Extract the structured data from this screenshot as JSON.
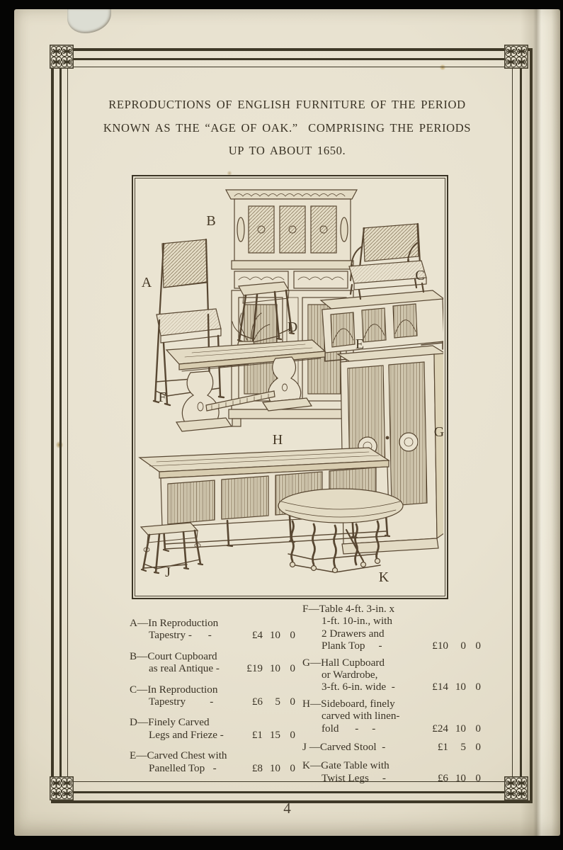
{
  "colors": {
    "background": "#050504",
    "paper": "#e8e2d0",
    "rule_ink": "#3e3827",
    "text_ink": "#3a3325",
    "sketch_ink": "#584732",
    "torn_chip": "#dcddd3"
  },
  "header": {
    "title_lines": [
      "REPRODUCTIONS OF ENGLISH FURNITURE OF THE PERIOD",
      "KNOWN AS THE “AGE OF OAK.”  COMPRISING THE PERIODS",
      "UP TO ABOUT 1650."
    ]
  },
  "illustration": {
    "labels": [
      {
        "letter": "A"
      },
      {
        "letter": "B"
      },
      {
        "letter": "C"
      },
      {
        "letter": "D"
      },
      {
        "letter": "E"
      },
      {
        "letter": "F"
      },
      {
        "letter": "G"
      },
      {
        "letter": "H"
      },
      {
        "letter": "J"
      },
      {
        "letter": "K"
      }
    ]
  },
  "price_list": {
    "left": [
      {
        "label": "A—",
        "lines": [
          "In Reproduction",
          "Tapestry -      -"
        ],
        "pounds": "£4",
        "shillings": "10",
        "pence": "0"
      },
      {
        "label": "B—",
        "lines": [
          "Court Cupboard",
          "as real Antique -"
        ],
        "pounds": "£19",
        "shillings": "10",
        "pence": "0"
      },
      {
        "label": "C—",
        "lines": [
          "In Reproduction",
          "Tapestry         -"
        ],
        "pounds": "£6",
        "shillings": "5",
        "pence": "0"
      },
      {
        "label": "D—",
        "lines": [
          "Finely Carved",
          "Legs and Frieze -"
        ],
        "pounds": "£1",
        "shillings": "15",
        "pence": "0"
      },
      {
        "label": "E—",
        "lines": [
          "Carved Chest with",
          "Panelled Top   -"
        ],
        "pounds": "£8",
        "shillings": "10",
        "pence": "0"
      }
    ],
    "right": [
      {
        "label": "F—",
        "lines": [
          "Table 4-ft. 3-in. x",
          "1-ft. 10-in., with",
          "2 Drawers and",
          "Plank Top     -"
        ],
        "pounds": "£10",
        "shillings": "0",
        "pence": "0"
      },
      {
        "label": "G—",
        "lines": [
          "Hall Cupboard",
          "or Wardrobe,",
          "3-ft. 6-in. wide  -"
        ],
        "pounds": "£14",
        "shillings": "10",
        "pence": "0"
      },
      {
        "label": "H—",
        "lines": [
          "Sideboard, finely",
          "carved with linen-",
          "fold      -     -"
        ],
        "pounds": "£24",
        "shillings": "10",
        "pence": "0"
      },
      {
        "label": "J —",
        "lines": [
          "Carved Stool  -"
        ],
        "pounds": "£1",
        "shillings": "5",
        "pence": "0"
      },
      {
        "label": "K—",
        "lines": [
          "Gate Table with",
          "Twist Legs     -"
        ],
        "pounds": "£6",
        "shillings": "10",
        "pence": "0"
      }
    ]
  },
  "footer": {
    "page_number": "4"
  }
}
